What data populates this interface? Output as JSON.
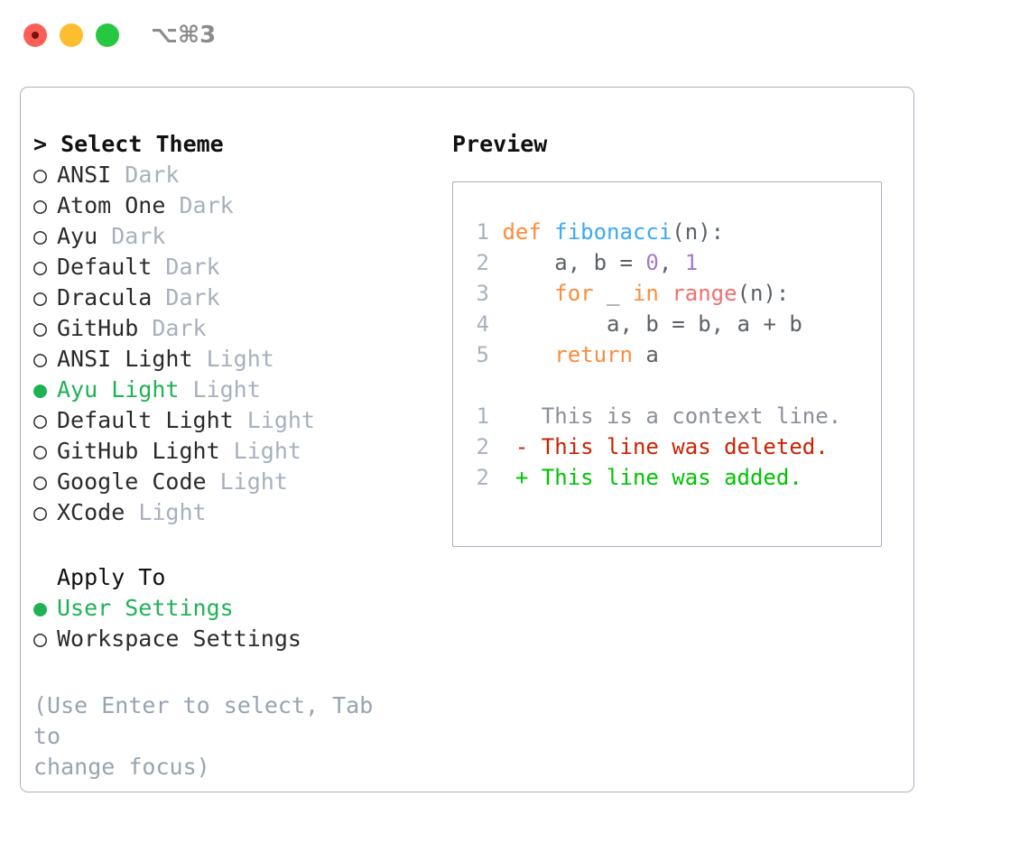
{
  "window": {
    "traffic_lights": [
      "close",
      "minimize",
      "maximize"
    ],
    "shortcut": "⌥⌘3",
    "colors": {
      "close": "#fb5f57",
      "minimize": "#fcbd2e",
      "maximize": "#26c841",
      "panel_border": "#a8b2c1",
      "accent_green": "#1fb255",
      "muted": "#a7b0bd"
    }
  },
  "theme_picker": {
    "heading": "> Select Theme",
    "items": [
      {
        "bullet": "○",
        "name": "ANSI",
        "tag": "Dark",
        "selected": false
      },
      {
        "bullet": "○",
        "name": "Atom One",
        "tag": "Dark",
        "selected": false
      },
      {
        "bullet": "○",
        "name": "Ayu",
        "tag": "Dark",
        "selected": false
      },
      {
        "bullet": "○",
        "name": "Default",
        "tag": "Dark",
        "selected": false
      },
      {
        "bullet": "○",
        "name": "Dracula",
        "tag": "Dark",
        "selected": false
      },
      {
        "bullet": "○",
        "name": "GitHub",
        "tag": "Dark",
        "selected": false
      },
      {
        "bullet": "○",
        "name": "ANSI Light",
        "tag": "Light",
        "selected": false
      },
      {
        "bullet": "●",
        "name": "Ayu Light",
        "tag": "Light",
        "selected": true
      },
      {
        "bullet": "○",
        "name": "Default Light",
        "tag": "Light",
        "selected": false
      },
      {
        "bullet": "○",
        "name": "GitHub Light",
        "tag": "Light",
        "selected": false
      },
      {
        "bullet": "○",
        "name": "Google Code",
        "tag": "Light",
        "selected": false
      },
      {
        "bullet": "○",
        "name": "XCode",
        "tag": "Light",
        "selected": false
      }
    ]
  },
  "apply_to": {
    "heading": "Apply To",
    "items": [
      {
        "bullet": "●",
        "name": "User Settings",
        "selected": true
      },
      {
        "bullet": "○",
        "name": "Workspace Settings",
        "selected": false
      }
    ]
  },
  "help": {
    "text": "(Use Enter to select, Tab to\nchange focus)"
  },
  "preview": {
    "title": "Preview",
    "code_lines": [
      {
        "no": "1",
        "tokens": [
          {
            "t": "def ",
            "c": "kw"
          },
          {
            "t": "fibonacci",
            "c": "fn"
          },
          {
            "t": "(n):",
            "c": "pl"
          }
        ]
      },
      {
        "no": "2",
        "tokens": [
          {
            "t": "    a, b = ",
            "c": "pl"
          },
          {
            "t": "0",
            "c": "num"
          },
          {
            "t": ", ",
            "c": "pl"
          },
          {
            "t": "1",
            "c": "num"
          }
        ]
      },
      {
        "no": "3",
        "tokens": [
          {
            "t": "    ",
            "c": "pl"
          },
          {
            "t": "for",
            "c": "kw"
          },
          {
            "t": " _ ",
            "c": "pl"
          },
          {
            "t": "in",
            "c": "kw"
          },
          {
            "t": " ",
            "c": "pl"
          },
          {
            "t": "range",
            "c": "bi"
          },
          {
            "t": "(n):",
            "c": "pl"
          }
        ]
      },
      {
        "no": "4",
        "tokens": [
          {
            "t": "        a, b = b, a + b",
            "c": "pl"
          }
        ]
      },
      {
        "no": "5",
        "tokens": [
          {
            "t": "    ",
            "c": "pl"
          },
          {
            "t": "return",
            "c": "kw"
          },
          {
            "t": " a",
            "c": "pl"
          }
        ]
      }
    ],
    "diff_lines": [
      {
        "no": "1",
        "marker": "  ",
        "text": "This is a context line.",
        "kind": "ctx"
      },
      {
        "no": "2",
        "marker": "- ",
        "text": "This line was deleted.",
        "kind": "del"
      },
      {
        "no": "2",
        "marker": "+ ",
        "text": "This line was added.",
        "kind": "add"
      }
    ],
    "syntax_colors": {
      "keyword": "#fa8d3e",
      "function": "#3ba9f7",
      "number": "#a37acc",
      "builtin": "#f07171",
      "plain": "#5c6166",
      "line_number": "#a9b2bf",
      "context": "#8a8f98",
      "deleted": "#cc2200",
      "added": "#00c400"
    }
  }
}
